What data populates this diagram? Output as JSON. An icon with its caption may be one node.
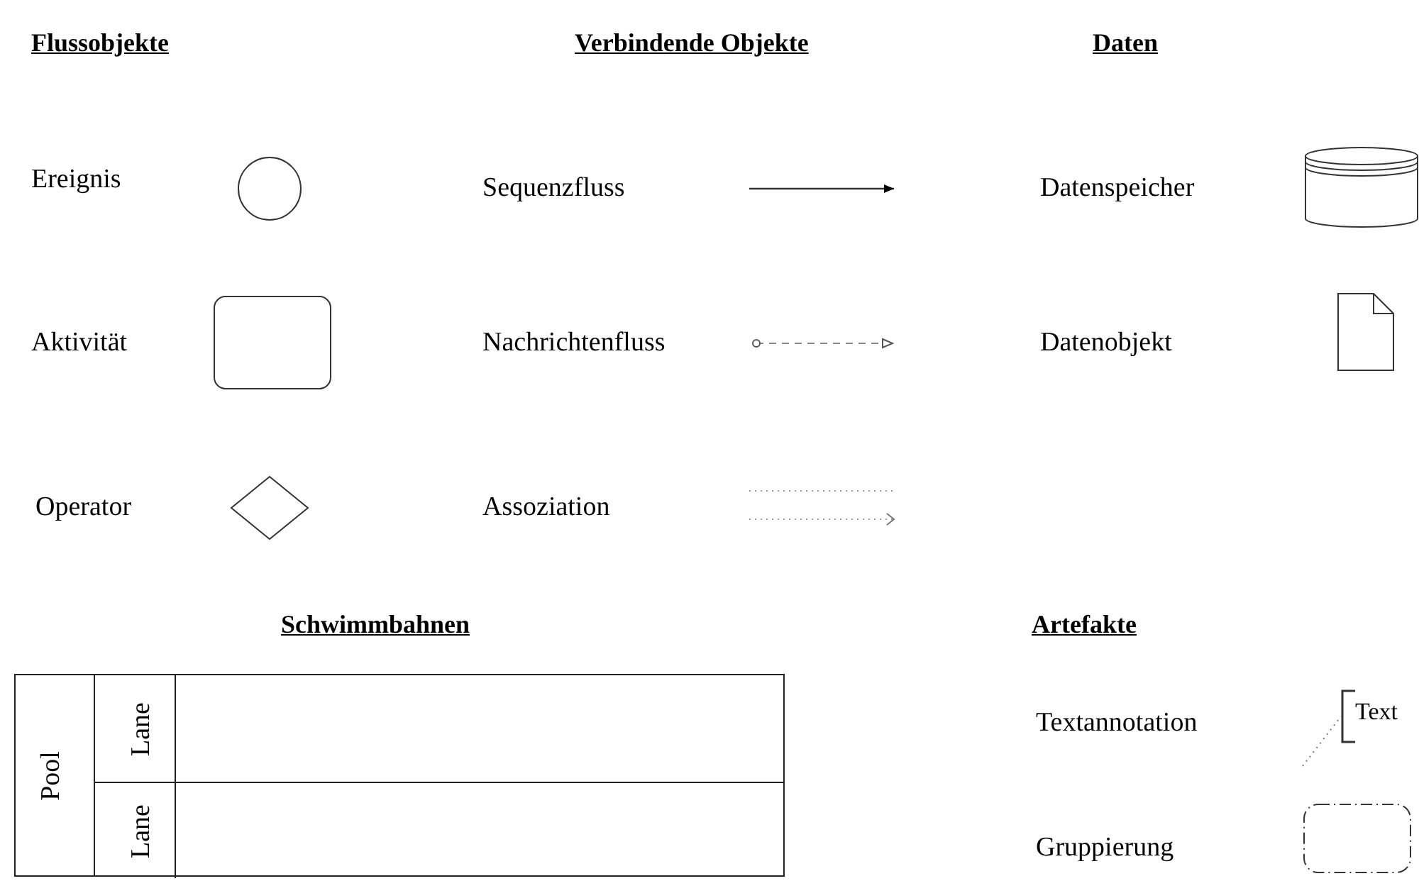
{
  "diagram": {
    "nodes": [
      {
        "text": [
          "Pool"
        ]
      },
      {
        "text": [
          "Lane"
        ],
        "in": 0
      },
      {
        "text": [
          "Lane"
        ],
        "in": 0
      },
      {
        "text": [
          "Text"
        ]
      },
      {
        "text": [],
        "shape": "circle"
      },
      {
        "text": [],
        "shape": "box"
      },
      {
        "text": [],
        "shape": "diamond"
      },
      {
        "text": [],
        "shape": "cylinder"
      },
      {
        "text": [],
        "shape": "document"
      },
      {
        "text": [],
        "shape": "box"
      }
    ],
    "edges": [
      {
        "from": null,
        "to": 3,
        "arrow": "none",
        "style": "dashed"
      }
    ],
    "labels": [
      "Flussobjekte",
      "Verbindende Objekte",
      "Daten",
      "Ereignis",
      "Sequenzfluss",
      "Datenspeicher",
      "Aktivität",
      "Nachrichtenfluss",
      "Datenobjekt",
      "Operator",
      "Assoziation",
      "Schwimmbahnen",
      "Artefakte",
      "Textannotation",
      "Gruppierung"
    ]
  }
}
